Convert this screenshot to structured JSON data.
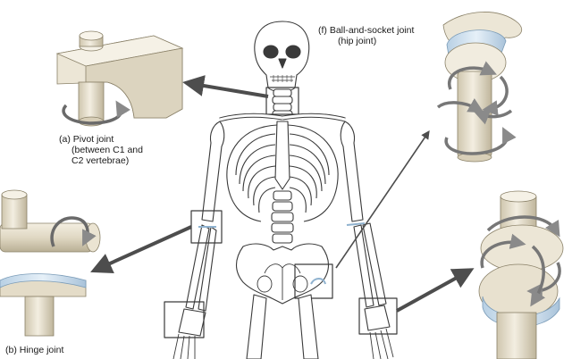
{
  "labels": {
    "pivot": {
      "title": "(a) Pivot joint",
      "line2": "(between C1 and",
      "line3": "C2 vertebrae)"
    },
    "hinge": {
      "title": "(b) Hinge joint"
    },
    "ball": {
      "title": "(f) Ball-and-socket joint",
      "line2": "(hip joint)"
    }
  },
  "colors": {
    "bone_fill": "#ffffff",
    "bone_stroke": "#3a3a3a",
    "model_fill": "#ece6d6",
    "model_shade": "#cfc6ae",
    "cartilage": "#cfe0ee",
    "arrow_dark": "#4d4d4d",
    "rotation_arrow": "#8a8a8a"
  },
  "icons": {
    "pivot_model": "pivot-joint-model-icon",
    "hinge_model": "hinge-joint-model-icon",
    "ball_model": "ball-and-socket-model-icon",
    "saddle_model": "saddle-joint-model-icon"
  }
}
